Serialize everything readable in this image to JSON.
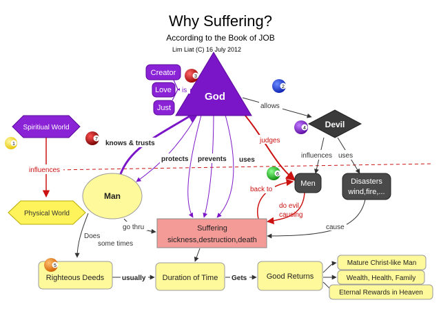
{
  "title": "Why Suffering?",
  "subtitle": "According to the Book of JOB",
  "credit": "Lim Liat (C) 16 July 2012",
  "nodes": {
    "god": "God",
    "creator": "Creator",
    "love": "Love",
    "just": "Just",
    "devil": "Devil",
    "spiritual_world": "Spiritiual World",
    "physical_world": "Physical World",
    "man": "Man",
    "men": "Men",
    "disasters_line1": "Disasters",
    "disasters_line2": "wind,fire,...",
    "suffering_line1": "Suffering",
    "suffering_line2": "sickness,destruction,death",
    "righteous_deeds": "Righteous Deeds",
    "duration_of_time": "Duration of Time",
    "good_returns": "Good Returns",
    "mature": "Mature Christ-like Man",
    "wealth": "Wealth, Health, Family",
    "eternal": "Eternal Rewards in Heaven"
  },
  "edges": {
    "is": "is",
    "allows": "allows",
    "knows_trusts": "knows & trusts",
    "protects": "protects",
    "prevents": "prevents",
    "uses_god": "uses",
    "judges": "judges",
    "influences_devil": "influences",
    "uses_devil": "uses",
    "influences_world": "influences",
    "back_to": "back to",
    "do_evil": "do evil,",
    "causing": "causing",
    "cause": "cause",
    "go_thru": "go thru",
    "does": "Does",
    "some_times": "some times",
    "usually": "usually",
    "gets": "Gets"
  },
  "badges": [
    "1",
    "2",
    "3",
    "4",
    "5",
    "6",
    "7"
  ],
  "colors": {
    "purple": "#7b16c8",
    "dark": "#3a3a3a",
    "yellow_fill": "#fef99a",
    "suffering_fill": "#f49a97",
    "red": "#cc1111"
  }
}
